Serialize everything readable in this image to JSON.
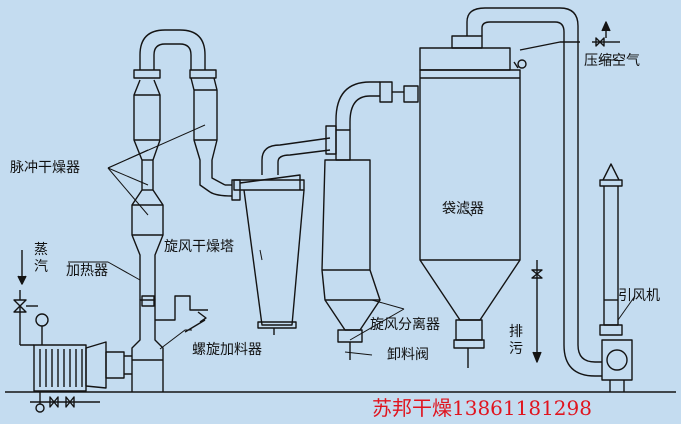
{
  "labels": {
    "pulse_dryer": "脉冲干燥器",
    "steam": "蒸汽",
    "heater": "加热器",
    "cyclone_dryer_tower": "旋风干燥塔",
    "screw_feeder": "螺旋加料器",
    "bag_filter": "袋滤器",
    "compressed_air": "压缩空气",
    "cyclone_separator": "旋风分离器",
    "discharge_valve": "卸料阀",
    "exhaust": "排污",
    "induced_fan": "引风机"
  },
  "watermark": "苏邦干燥13861181298",
  "colors": {
    "background": "#c4dcf0",
    "line": "#141414",
    "watermark": "#e0141e"
  }
}
